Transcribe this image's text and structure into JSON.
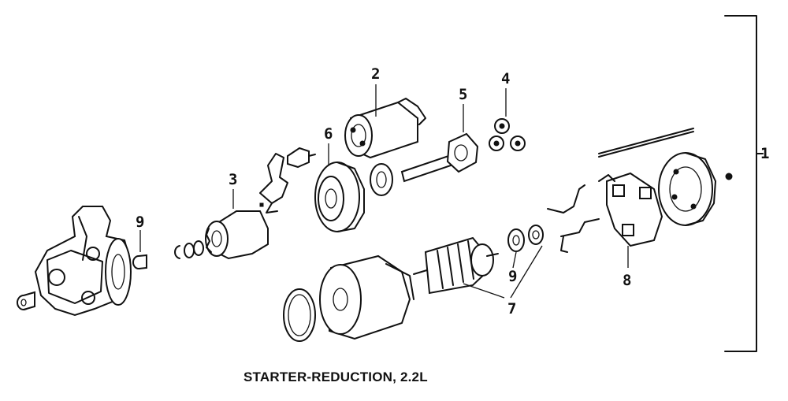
{
  "diagram": {
    "caption": "STARTER-REDUCTION, 2.2L",
    "callouts": {
      "c1": "1",
      "c2": "2",
      "c3": "3",
      "c4": "4",
      "c5": "5",
      "c6": "6",
      "c7": "7",
      "c8": "8",
      "c9a": "9",
      "c9b": "9"
    }
  }
}
